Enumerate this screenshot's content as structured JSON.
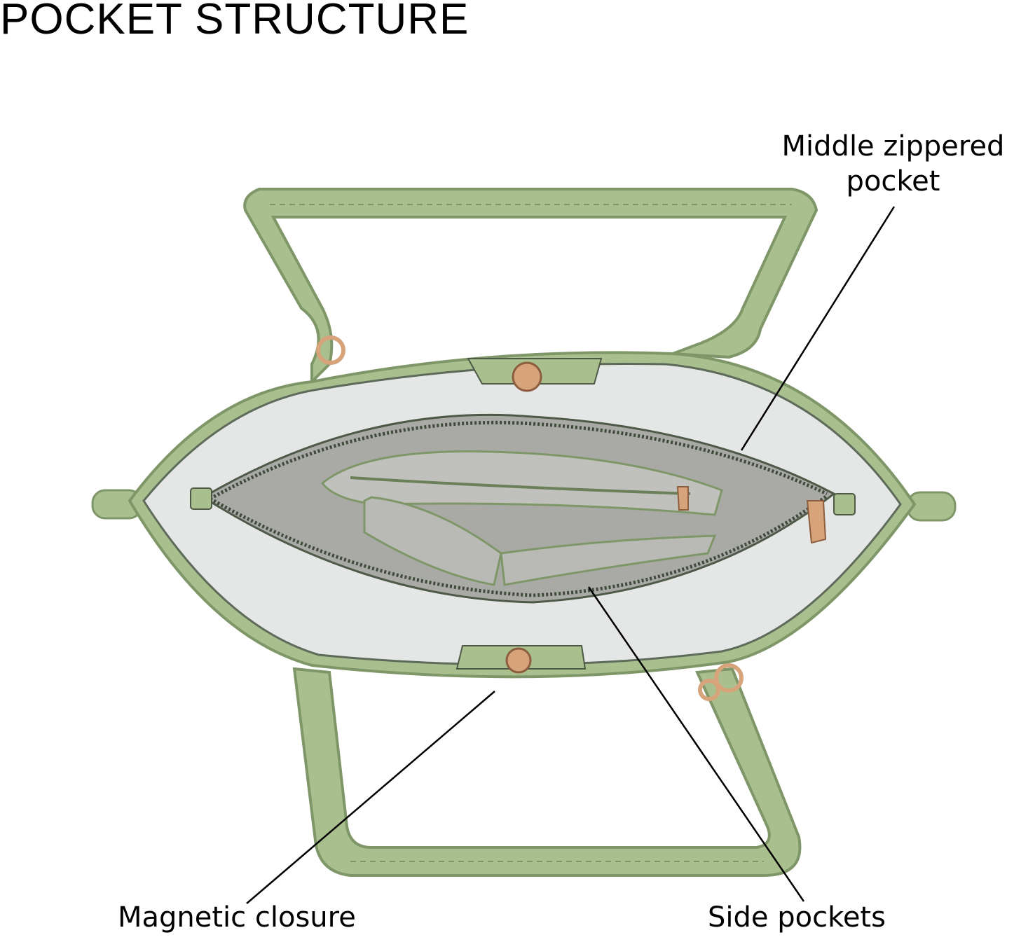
{
  "title": "POCKET STRUCTURE",
  "callouts": {
    "middle_line1": "Middle zippered",
    "middle_line2": "pocket",
    "magnetic": "Magnetic closure",
    "side": "Side pockets"
  },
  "colors": {
    "leather": "#a9bf8e",
    "leather_dark": "#7f9768",
    "lining": "#e4e7e6",
    "pocket_grey": "#a9aaa6",
    "hardware": "#d7a37a",
    "line": "#000000"
  }
}
